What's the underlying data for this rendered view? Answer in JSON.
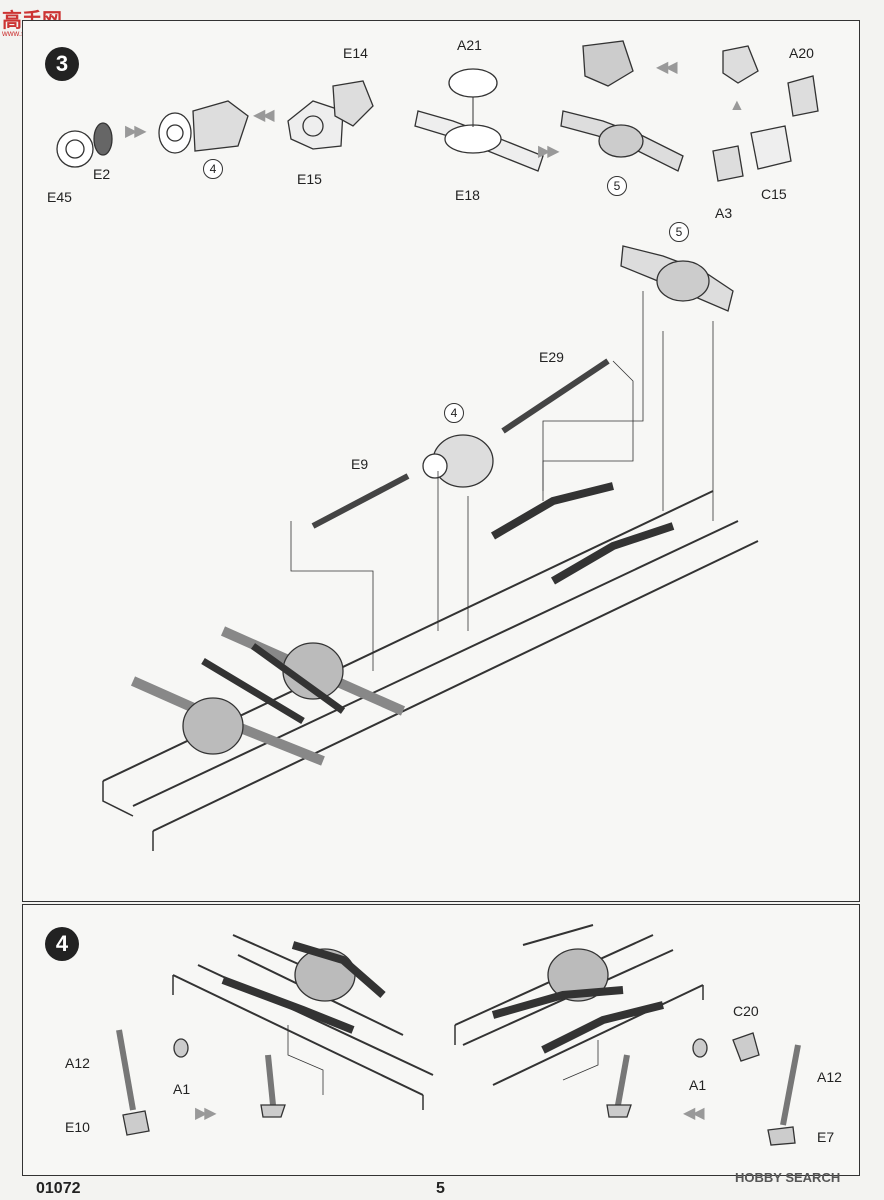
{
  "watermark_top": {
    "text": "高手网",
    "sub": "www.shou.com"
  },
  "watermark_bottom": "HOBBY SEARCH",
  "step3": {
    "number": "3",
    "labels": {
      "E14": "E14",
      "E45": "E45",
      "E2": "E2",
      "E15": "E15",
      "A21": "A21",
      "E18": "E18",
      "A20": "A20",
      "A3": "A3",
      "C15": "C15",
      "E29": "E29",
      "E9": "E9"
    },
    "circles": {
      "four_a": "4",
      "five_a": "5",
      "five_b": "5",
      "four_b": "4"
    }
  },
  "step4": {
    "number": "4",
    "labels": {
      "A12_left": "A12",
      "A1_left": "A1",
      "E10": "E10",
      "C20": "C20",
      "A1_right": "A1",
      "A12_right": "A12",
      "E7": "E7"
    }
  },
  "footer": {
    "code": "01072",
    "page": "5"
  }
}
